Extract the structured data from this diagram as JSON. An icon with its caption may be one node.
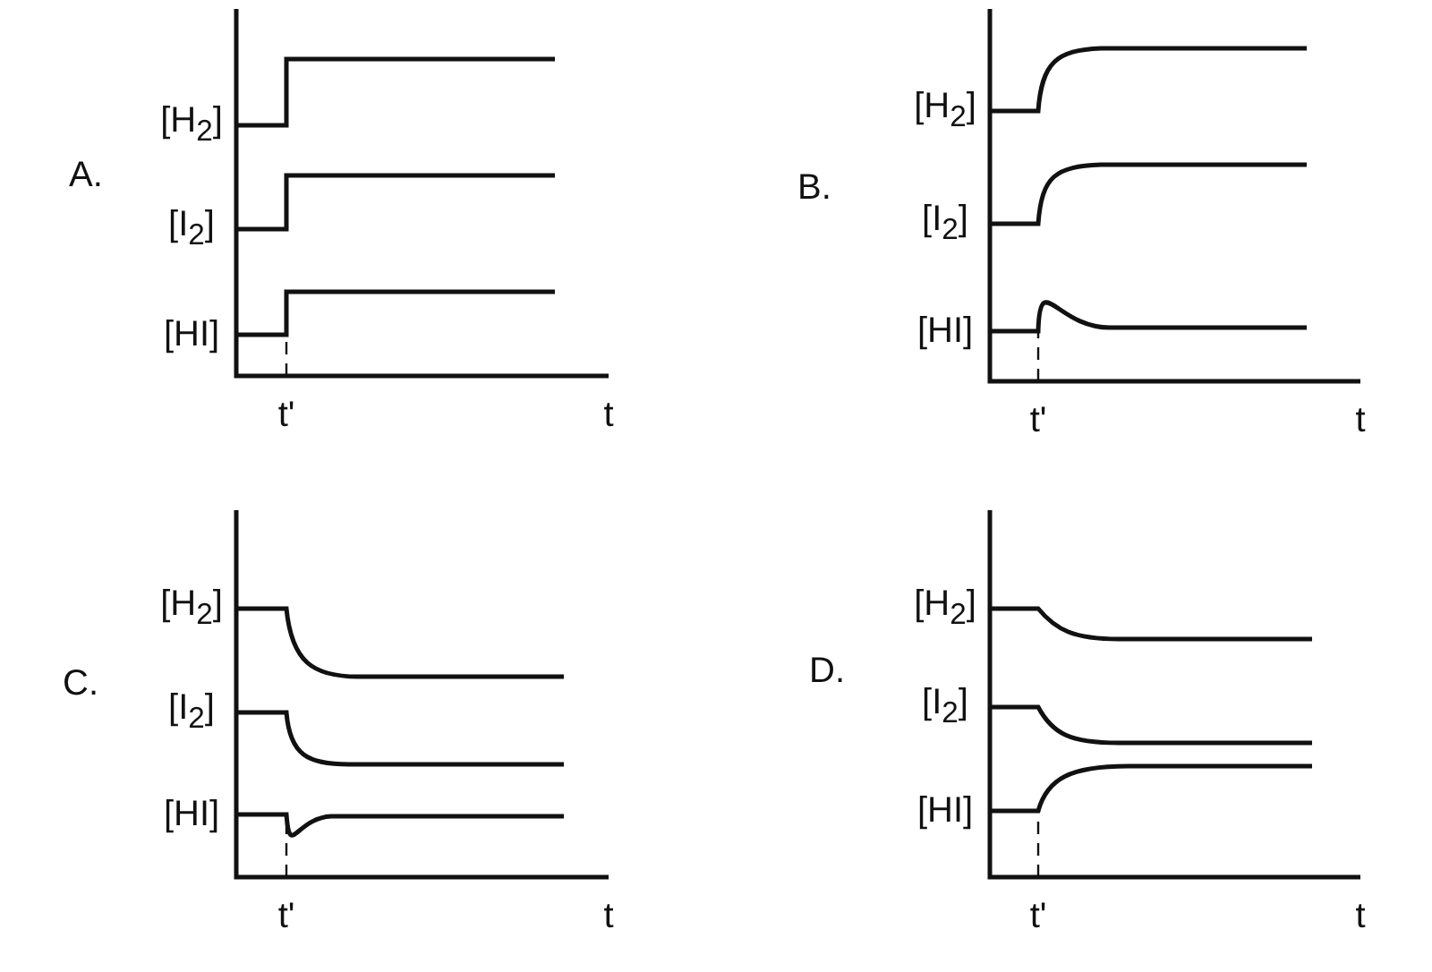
{
  "diagram": {
    "labels": [
      "A.",
      "[H$_{2}$]",
      "[I$_{2}$]",
      "[HI]",
      "t'",
      "t",
      "B.",
      "[H$_{2}$]",
      "[I$_{2}$]",
      "[HI]",
      "t'",
      "t",
      "C.",
      "[H$_{2}$]",
      "[I$_{2}$]",
      "[HI]",
      "t'",
      "t",
      "D.",
      "[H$_{2}$]",
      "[I$_{2}$]",
      "[HI]",
      "t'",
      "t"
    ]
  }
}
